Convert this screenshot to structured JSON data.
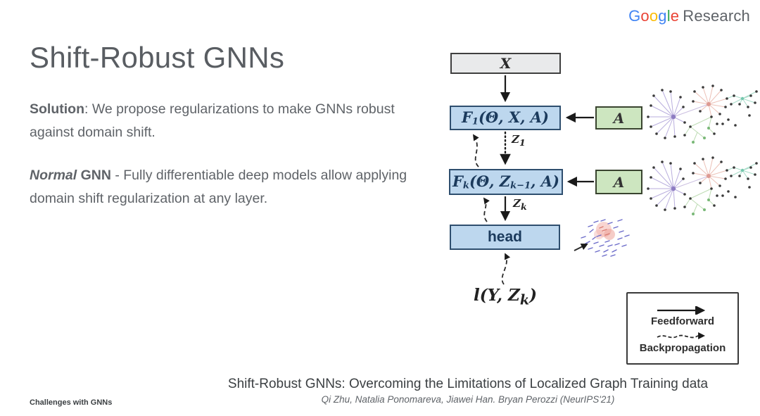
{
  "header": {
    "logo": {
      "letters": [
        {
          "ch": "G",
          "color": "#4285F4"
        },
        {
          "ch": "o",
          "color": "#EA4335"
        },
        {
          "ch": "o",
          "color": "#FBBC05"
        },
        {
          "ch": "g",
          "color": "#4285F4"
        },
        {
          "ch": "l",
          "color": "#34A853"
        },
        {
          "ch": "e",
          "color": "#EA4335"
        }
      ],
      "research": "Research",
      "research_color": "#5f6368"
    }
  },
  "slide": {
    "title": "Shift-Robust GNNs",
    "solution_lead": "Solution",
    "solution_rest": ":  We propose regularizations to make GNNs robust against domain shift.",
    "normal_lead_italic": "Normal",
    "normal_lead_bold": " GNN",
    "normal_rest": " - Fully differentiable deep models allow applying domain shift regularization at any layer."
  },
  "diagram": {
    "x_box": "X",
    "f1": {
      "p1": "F",
      "s1": "1",
      "p2": "(Θ, X, A)"
    },
    "fk": {
      "p1": "F",
      "s1": "k",
      "p2": "(Θ, Z",
      "s2": "k−1",
      "p3": ", A)"
    },
    "a_box_1": "A",
    "a_box_2": "A",
    "head_box": "head",
    "z1": {
      "p": "Z",
      "s": "1"
    },
    "zk": {
      "p": "Z",
      "s": "k"
    },
    "loss": {
      "p1": "l(Y, Z",
      "s1": "k",
      "p2": ")"
    },
    "colors": {
      "layer_fill": "#bdd7ee",
      "layer_border": "#2e4e6e",
      "adjacency_fill": "#cde6c0",
      "adjacency_border": "#39442f",
      "input_fill": "#e9eaeb",
      "input_border": "#3f3f3f",
      "arrow": "#1a1a1a"
    }
  },
  "legend": {
    "feedforward": "Feedforward",
    "backpropagation": "Backpropagation"
  },
  "footer": {
    "citation_title": "Shift-Robust GNNs: Overcoming the Limitations of Localized Graph Training data",
    "citation_authors": "Qi Zhu, Natalia Ponomareva, Jiawei Han. Bryan Perozzi (NeurIPS'21)",
    "section_label": "Challenges with GNNs"
  }
}
